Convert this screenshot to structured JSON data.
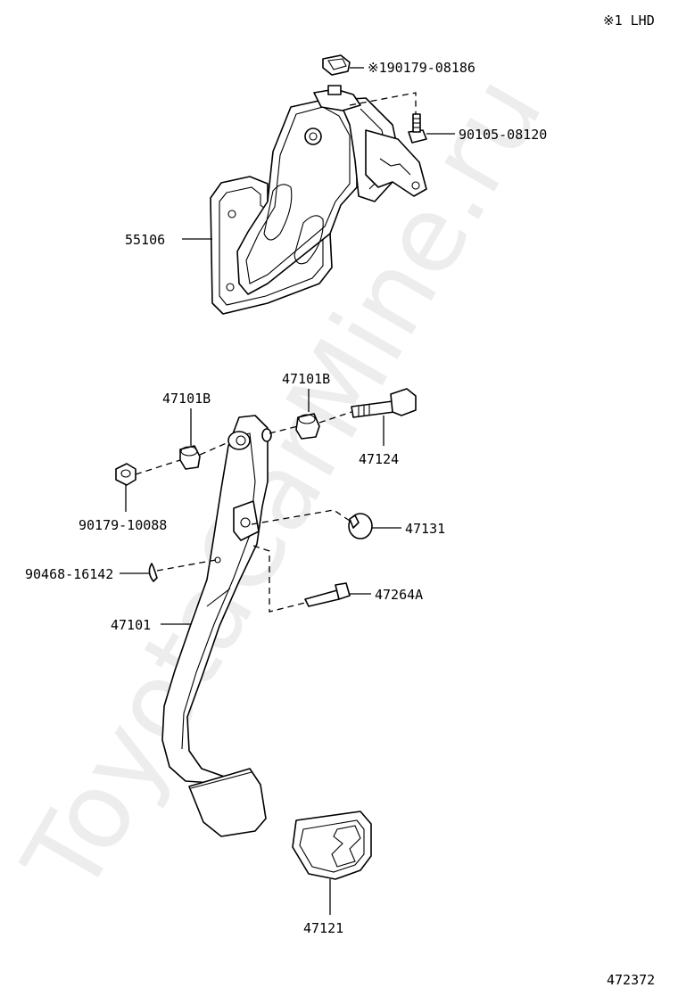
{
  "header": {
    "note": "※1 LHD"
  },
  "footer": {
    "figure_number": "472372"
  },
  "watermark": "ToyotaCarMine.ru",
  "callouts": {
    "nut_clip": "※190179-08186",
    "bolt_top": "90105-08120",
    "bracket": "55106",
    "bushing_left": "47101B",
    "bushing_right": "47101B",
    "pivot_bolt": "47124",
    "pivot_nut": "90179-10088",
    "stopper": "47131",
    "clip": "90468-16142",
    "pedal_arm": "47101",
    "pin": "47264A",
    "pedal_pad": "47121"
  }
}
